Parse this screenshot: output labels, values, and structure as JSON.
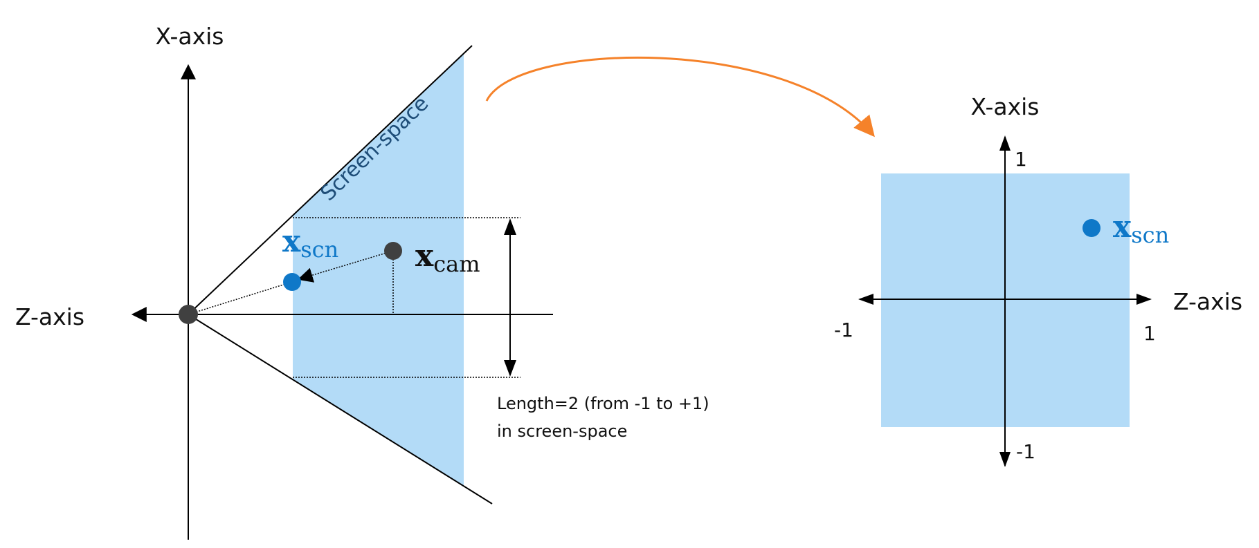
{
  "colors": {
    "screen_fill": "#b3dbf7",
    "point_blue": "#0f78c8",
    "point_gray": "#404040",
    "arrow_orange": "#f5822a",
    "screen_label": "#1f4e79"
  },
  "left": {
    "x_axis_label": "X-axis",
    "z_axis_label": "Z-axis",
    "screen_space_label": "Screen-space",
    "x_cam": {
      "main": "x",
      "sub": "cam"
    },
    "x_scn": {
      "main": "x",
      "sub": "scn"
    },
    "length_note": [
      "Length=2 (from -1 to +1)",
      "in screen-space"
    ]
  },
  "right": {
    "x_axis_label": "X-axis",
    "z_axis_label": "Z-axis",
    "ticks": {
      "x_top": "1",
      "x_bottom": "-1",
      "z_left": "-1",
      "z_right": "1"
    },
    "x_scn": {
      "main": "x",
      "sub": "scn"
    }
  }
}
